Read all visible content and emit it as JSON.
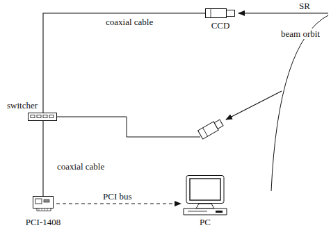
{
  "diagram": {
    "nodes": [
      {
        "text": [
          "CCD"
        ]
      },
      {
        "text": [
          "switcher"
        ]
      },
      {
        "text": [
          "PCI-1408"
        ]
      },
      {
        "text": [
          "PC"
        ]
      }
    ],
    "edges": [
      {
        "from": 0,
        "to": 1,
        "arrow": "none",
        "label": "coaxial cable"
      },
      {
        "from": 1,
        "to": 2,
        "arrow": "none",
        "label": "coaxial cable"
      },
      {
        "from": 2,
        "to": 3,
        "arrow": "to",
        "label": "PCI bus"
      }
    ],
    "labels": [
      "SR",
      "beam orbit"
    ]
  }
}
